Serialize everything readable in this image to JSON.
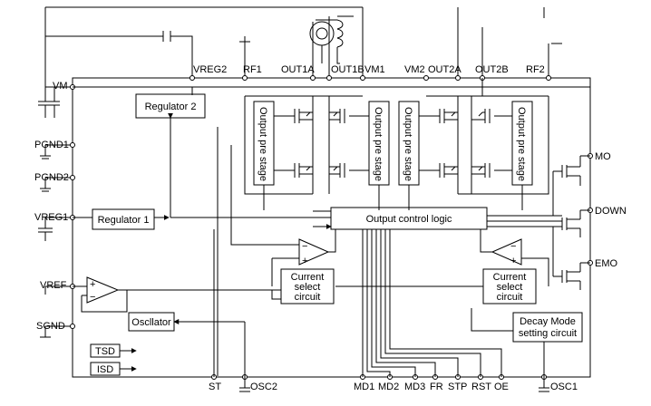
{
  "pins": {
    "vm": "VM",
    "pgnd1": "PGND1",
    "pgnd2": "PGND2",
    "vreg1": "VREG1",
    "vref": "VREF",
    "sgnd": "SGND",
    "vreg2": "VREG2",
    "rf1": "RF1",
    "out1a": "OUT1A",
    "out1b": "OUT1B",
    "vm1": "VM1",
    "vm2": "VM2",
    "out2a": "OUT2A",
    "out2b": "OUT2B",
    "rf2": "RF2",
    "mo": "MO",
    "down": "DOWN",
    "emo": "EMO",
    "st": "ST",
    "osc2": "OSC2",
    "md1": "MD1",
    "md2": "MD2",
    "md3": "MD3",
    "fr": "FR",
    "stp": "STP",
    "rst": "RST",
    "oe": "OE",
    "osc1": "OSC1"
  },
  "blocks": {
    "regulator2": "Regulator 2",
    "regulator1": "Regulator 1",
    "output_control": "Output control logic",
    "pre_stage": "Output pre stage",
    "current_select_line1": "Current",
    "current_select_line2": "select",
    "current_select_line3": "circuit",
    "oscillator": "Oscllator",
    "decay_line1": "Decay Mode",
    "decay_line2": "setting circuit",
    "tsd": "TSD",
    "isd": "ISD"
  }
}
